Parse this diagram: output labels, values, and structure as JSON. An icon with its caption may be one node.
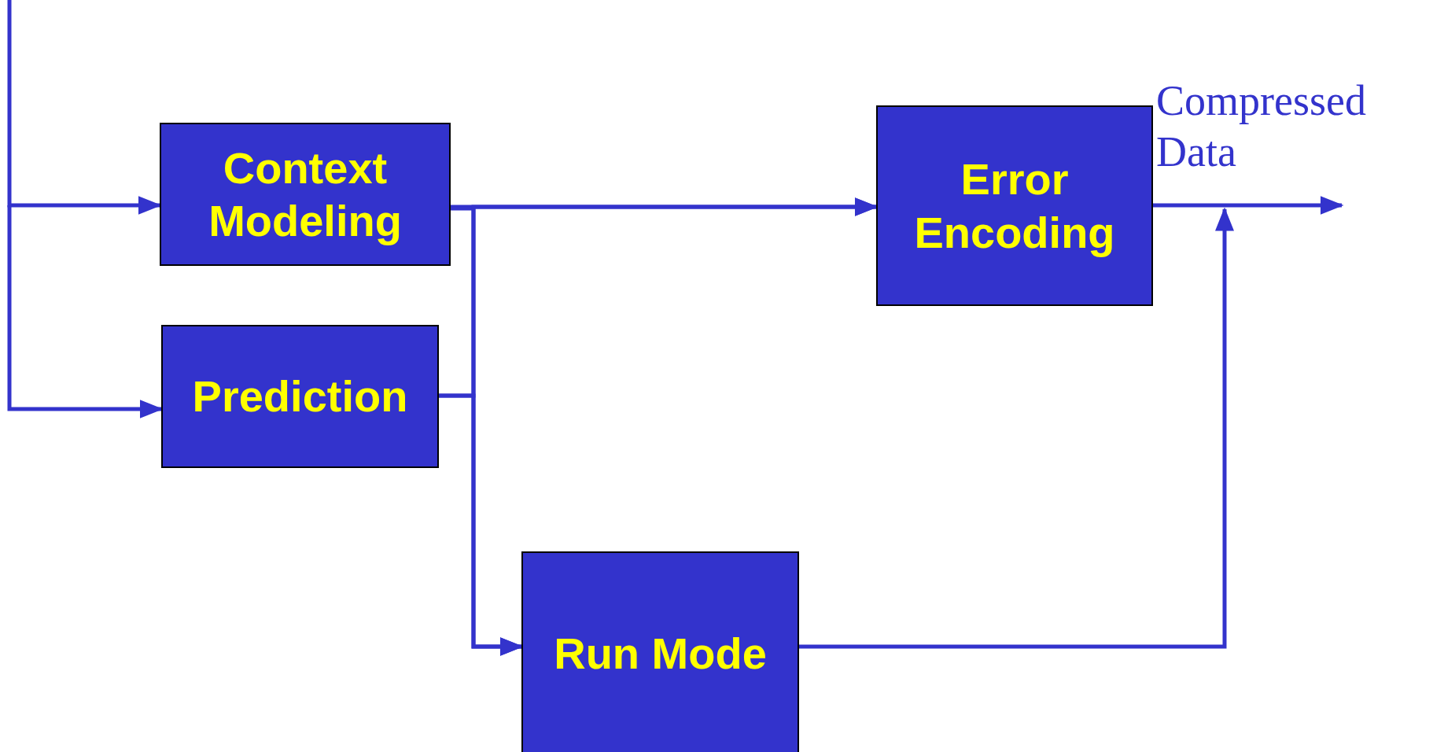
{
  "diagram": {
    "nodes": [
      {
        "text": [
          "Context Modeling"
        ]
      },
      {
        "text": [
          "Prediction"
        ]
      },
      {
        "text": [
          "Error Encoding"
        ]
      },
      {
        "text": [
          "Run Mode"
        ]
      }
    ],
    "edges": [
      {
        "from": null,
        "to": 0,
        "arrow": "to"
      },
      {
        "from": null,
        "to": 1,
        "arrow": "to"
      },
      {
        "from": 0,
        "to": 2,
        "arrow": "to"
      },
      {
        "from": 0,
        "to": 3,
        "arrow": "to"
      },
      {
        "from": 1,
        "to": 3,
        "arrow": "to"
      },
      {
        "from": 1,
        "to": 2,
        "arrow": "to"
      },
      {
        "from": 3,
        "to": null,
        "arrow": "to"
      },
      {
        "from": 2,
        "to": null,
        "arrow": "to",
        "label": "Compressed Data"
      }
    ]
  }
}
